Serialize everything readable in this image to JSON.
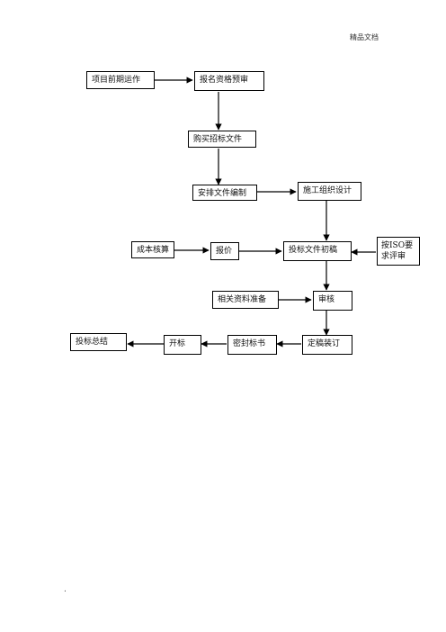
{
  "page": {
    "header": "精品文档",
    "footer_mark": "."
  },
  "nodes": {
    "project_early": "项目前期运作",
    "registration_prequal": "报名资格预审",
    "buy_tender_docs": "购买招标文件",
    "arrange_doc_prep": "安排文件编制",
    "construction_design": "施工组织设计",
    "cost_check": "成本核算",
    "quote": "报价",
    "bid_draft": "投标文件初稿",
    "iso_review": "按ISO要求评审",
    "related_materials": "相关资料准备",
    "review": "审核",
    "finalize_bind": "定稿装订",
    "seal_bid": "密封标书",
    "bid_opening": "开标",
    "bid_summary": "投标总结"
  }
}
